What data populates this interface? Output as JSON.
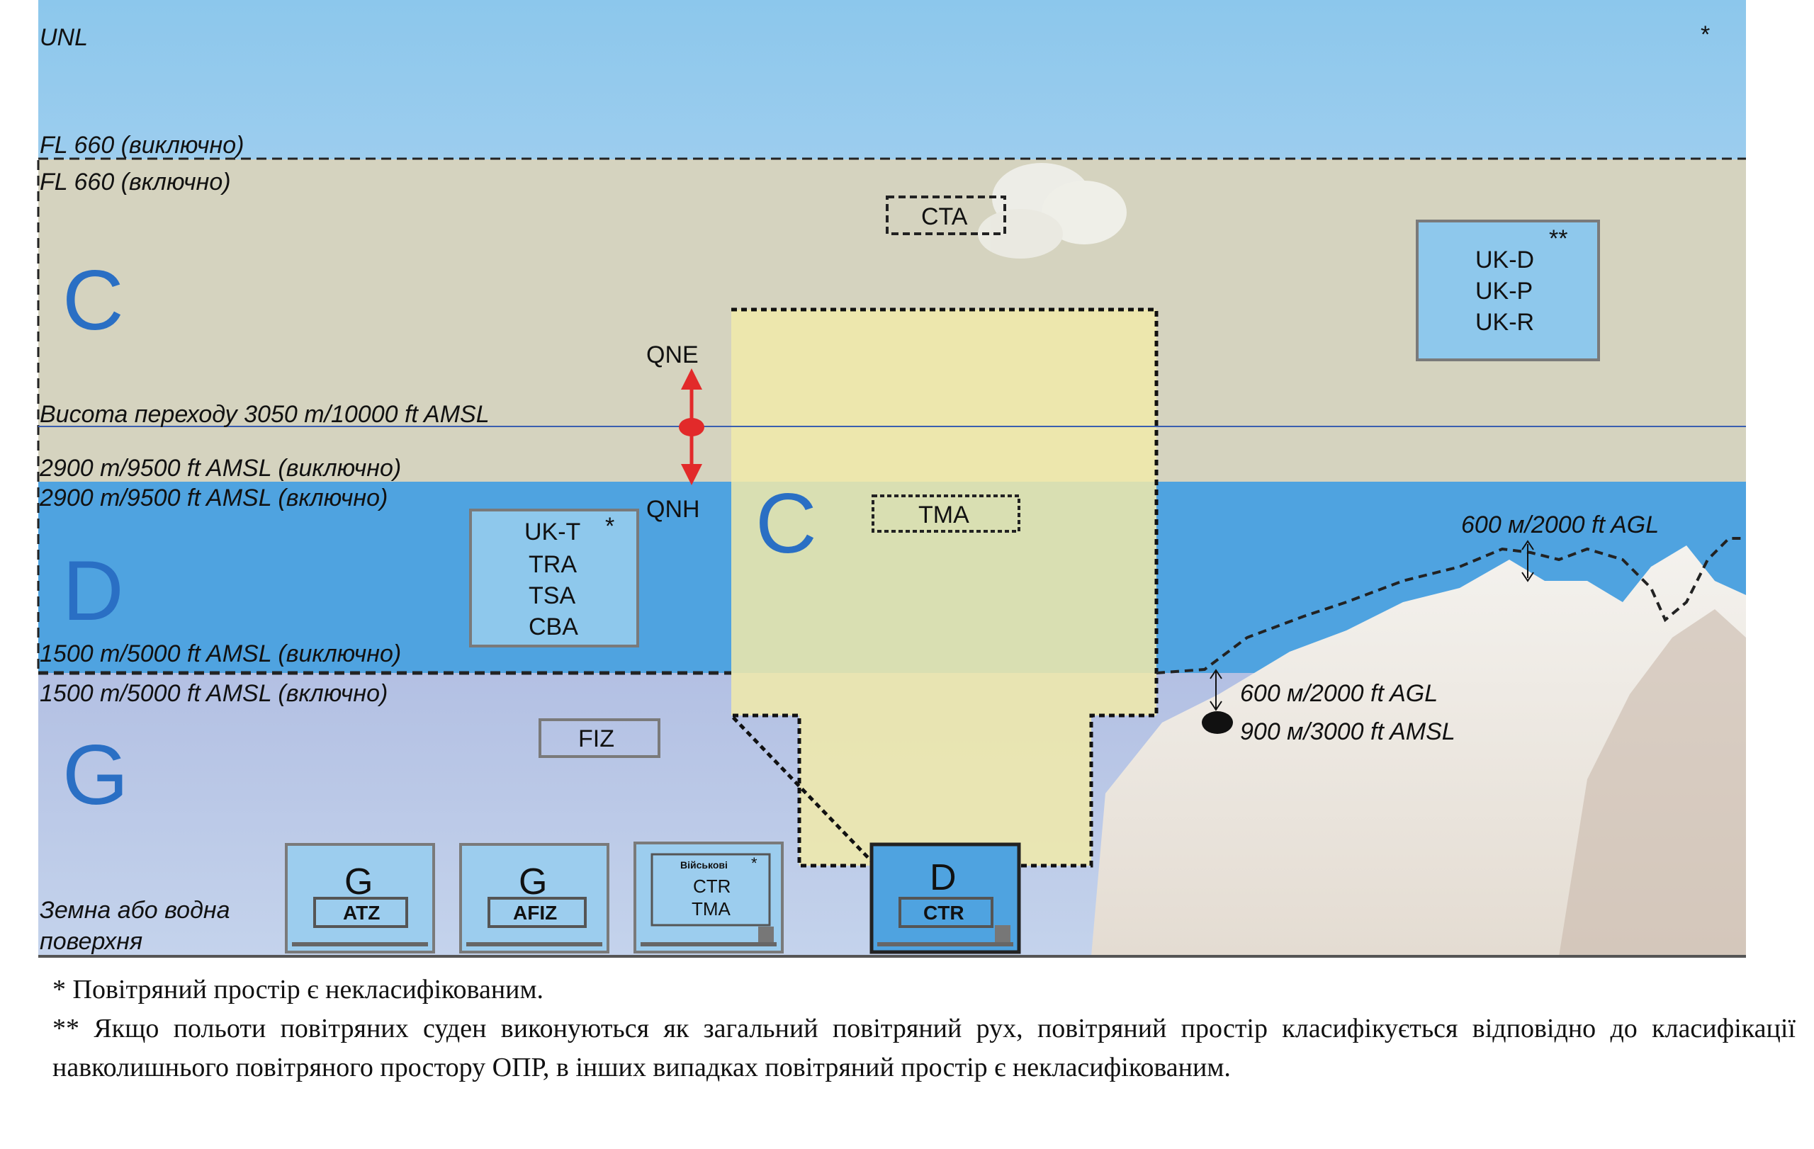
{
  "levels": {
    "unl": "UNL",
    "fl660_excl": "FL 660 (виключно)",
    "fl660_incl": "FL 660 (включно)",
    "transition": "Висота переходу  3050 m/10000 ft AMSL",
    "m2900_excl": "2900 m/9500 ft AMSL (виключно)",
    "m2900_incl": "2900 m/9500 ft AMSL (включно)",
    "m1500_excl": "1500 m/5000 ft AMSL (виключно)",
    "m1500_incl": "1500 m/5000 ft AMSL (включно)",
    "surface_1": "Земна або водна",
    "surface_2": "поверхня"
  },
  "classes": {
    "upper": "C",
    "middle": "D",
    "lower": "G",
    "tma": "C"
  },
  "altimeter": {
    "qne": "QNE",
    "qnh": "QNH"
  },
  "boxes": {
    "cta": "CTA",
    "tma": "TMA",
    "fiz": "FIZ",
    "ukd": [
      "UK-D",
      "UK-P",
      "UK-R"
    ],
    "ukd_mark": "**",
    "ukt": [
      "UK-T",
      "TRA",
      "TSA",
      "CBA"
    ],
    "ukt_mark": "*",
    "top_mark": "*"
  },
  "terrain": {
    "agl_top": "600 м/2000 ft AGL",
    "agl_mid": "600 м/2000 ft AGL",
    "amsl_mid": "900 м/3000 ft  AMSL"
  },
  "zones": [
    {
      "cls": "G",
      "name": "ATZ"
    },
    {
      "cls": "G",
      "name": "AFIZ"
    },
    {
      "top": "Військові",
      "mark": "*",
      "l1": "CTR",
      "l2": "TMA"
    },
    {
      "cls": "D",
      "name": "CTR"
    }
  ],
  "colors": {
    "sky_blue": "#8ec8ec",
    "class_c": "#d6d3bd",
    "class_d": "#4fa3e0",
    "class_g": "#b6c2e4",
    "tma_yellow": "#f0eab0",
    "class_letter": "#2a6fc4"
  },
  "footnotes": {
    "one": "* Повітряний простір є некласифікованим.",
    "two": "** Якщо польоти повітряних суден виконуються як загальний повітряний рух, повітряний простір класифікується відповідно до класифікації навколишнього повітряного простору ОПР, в інших випадках повітряний простір є некласифікованим."
  }
}
